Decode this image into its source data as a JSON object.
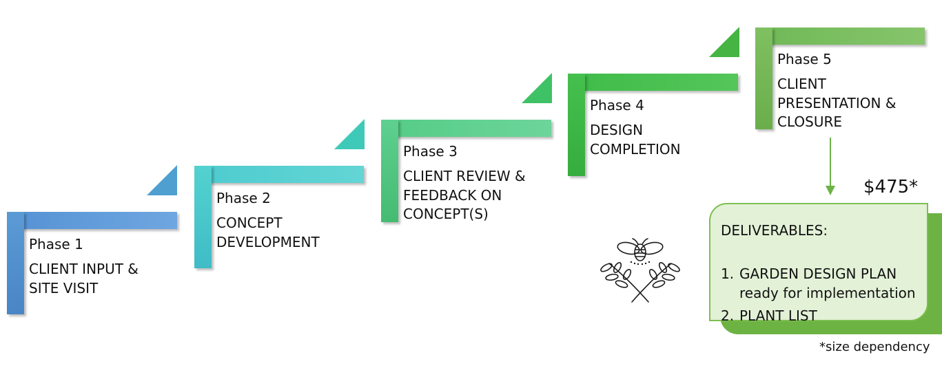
{
  "phases": [
    {
      "label": "Phase 1",
      "desc": "CLIENT INPUT &\nSITE VISIT",
      "color": "#5b9bd5"
    },
    {
      "label": "Phase 2",
      "desc": "CONCEPT\nDEVELOPMENT",
      "color": "#4fd0d0"
    },
    {
      "label": "Phase 3",
      "desc": "CLIENT REVIEW &\nFEEDBACK ON\nCONCEPT(S)",
      "color": "#5fd08f"
    },
    {
      "label": "Phase 4",
      "desc": "DESIGN\nCOMPLETION",
      "color": "#45c04e"
    },
    {
      "label": "Phase 5",
      "desc": "CLIENT\nPRESENTATION &\nCLOSURE",
      "color": "#7fc060"
    }
  ],
  "price": "$475*",
  "deliverables": {
    "title": "DELIVERABLES:",
    "items": [
      {
        "num": "1.",
        "text": "GARDEN DESIGN PLAN\nready for implementation"
      },
      {
        "num": "2.",
        "text": "PLANT LIST"
      }
    ]
  },
  "footnote": "*size dependency",
  "icons": {
    "logo": "bee-laurel-icon",
    "connector": "down-arrow-icon"
  }
}
